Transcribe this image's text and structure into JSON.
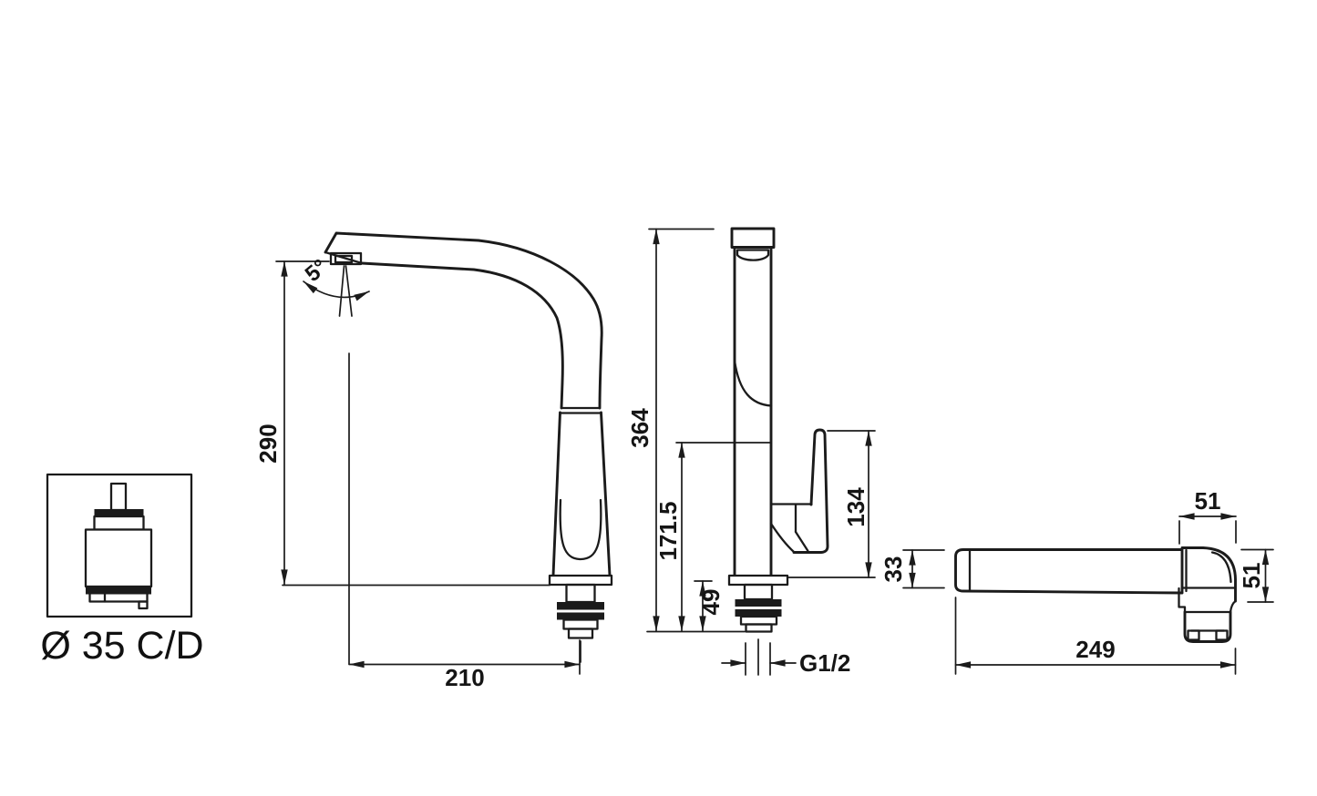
{
  "colors": {
    "ink": "#1b1b1b",
    "paper": "#ffffff",
    "cartridge_stem": "#c9b794"
  },
  "cartridge": {
    "label": "Ø 35 C/D"
  },
  "side_view": {
    "height": "290",
    "reach": "210",
    "spout_angle": "5°"
  },
  "front_view": {
    "total_height": "364",
    "upper_body_height": "171.5",
    "shank_height": "49",
    "handle_height": "134",
    "thread_size": "G1/2"
  },
  "top_view": {
    "body_width": "51",
    "body_depth": "51",
    "spout_width": "33",
    "total_length": "249"
  }
}
